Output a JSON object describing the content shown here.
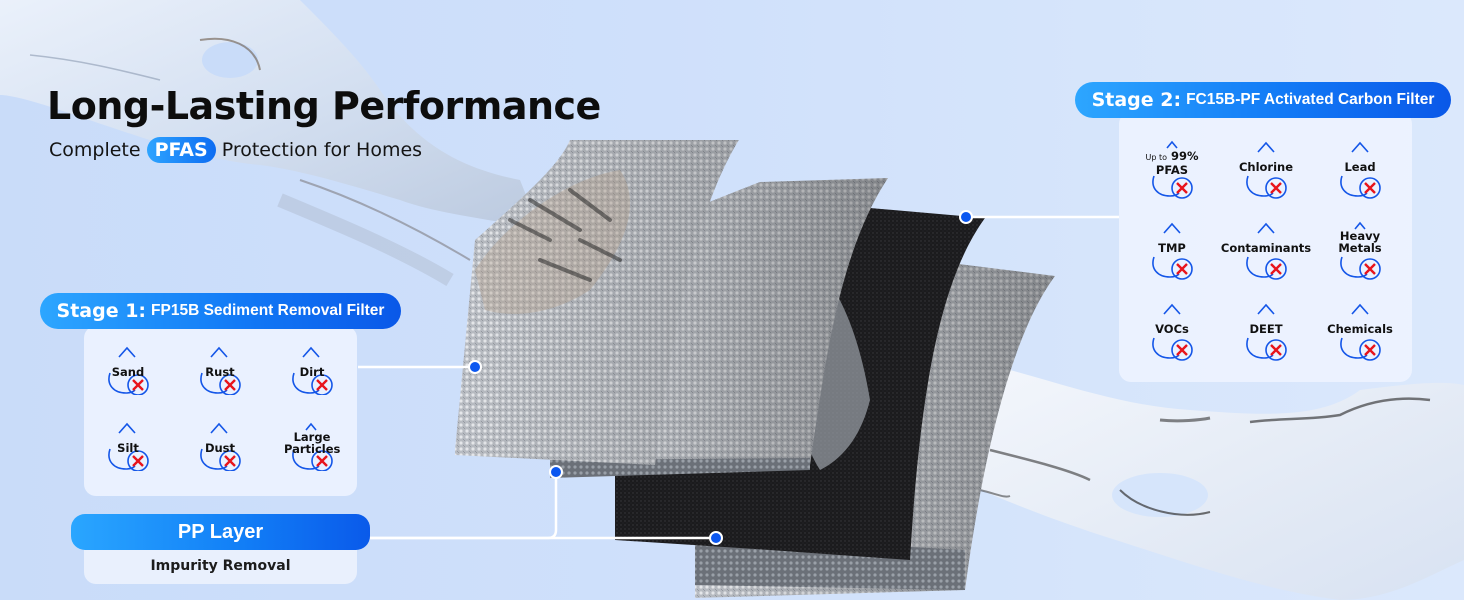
{
  "headline": "Long-Lasting Performance",
  "subheadline": {
    "before": "Complete",
    "pill": "PFAS",
    "after": "Protection for Homes"
  },
  "stage1": {
    "number": "Stage 1:",
    "name": "FP15B Sediment Removal Filter",
    "items": [
      {
        "label": "Sand",
        "icon": "water-drop-x-icon"
      },
      {
        "label": "Rust",
        "icon": "water-drop-x-icon"
      },
      {
        "label": "Dirt",
        "icon": "water-drop-x-icon"
      },
      {
        "label": "Silt",
        "icon": "water-drop-x-icon"
      },
      {
        "label": "Dust",
        "icon": "water-drop-x-icon"
      },
      {
        "label_line1": "Large",
        "label_line2": "Particles",
        "icon": "water-drop-x-icon"
      }
    ]
  },
  "stage2": {
    "number": "Stage 2:",
    "name": "FC15B-PF Activated Carbon Filter",
    "items": [
      {
        "label_prefix": "Up to",
        "label_line1": "99%",
        "label_line2": "PFAS",
        "icon": "water-drop-x-icon"
      },
      {
        "label": "Chlorine",
        "icon": "water-drop-x-icon"
      },
      {
        "label": "Lead",
        "icon": "water-drop-x-icon"
      },
      {
        "label": "TMP",
        "icon": "water-drop-x-icon"
      },
      {
        "label": "Contaminants",
        "icon": "water-drop-x-icon"
      },
      {
        "label_line1": "Heavy",
        "label_line2": "Metals",
        "icon": "water-drop-x-icon"
      },
      {
        "label": "VOCs",
        "icon": "water-drop-x-icon"
      },
      {
        "label": "DEET",
        "icon": "water-drop-x-icon"
      },
      {
        "label": "Chemicals",
        "icon": "water-drop-x-icon"
      }
    ]
  },
  "pp_layer": {
    "title": "PP Layer",
    "subtitle": "Impurity Removal"
  },
  "colors": {
    "accent_blue": "#0b57f0",
    "gradient_start": "#2da6ff",
    "gradient_end": "#0a58e8",
    "x_mark_red": "#e8141c",
    "background": "#cfe0fb"
  }
}
